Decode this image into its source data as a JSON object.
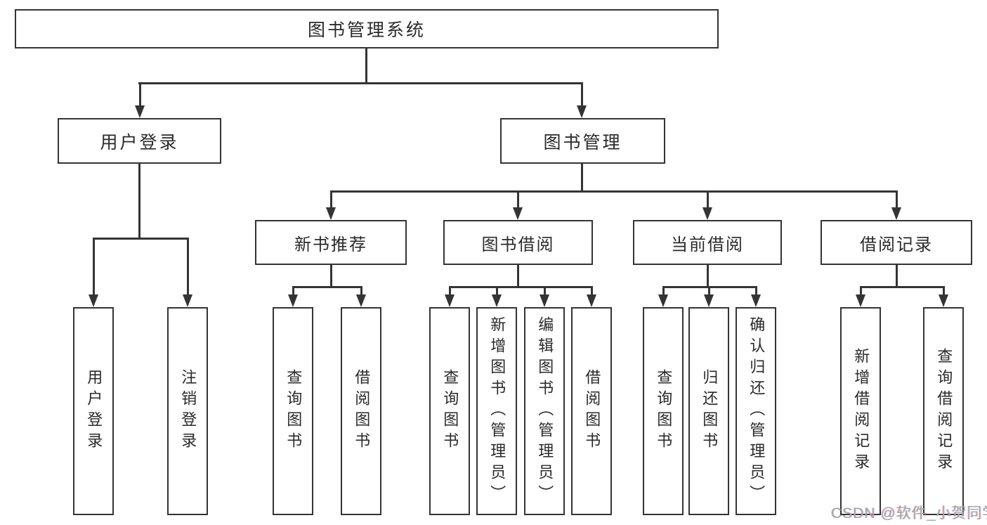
{
  "diagram": {
    "type": "hierarchy",
    "colors": {
      "line": "#343434",
      "border": "#343434",
      "text": "#2a2a2a",
      "background": "#ffffff",
      "watermark": "#a6a6a6"
    },
    "nodes": {
      "root": {
        "label": "图书管理系统"
      },
      "level2": [
        {
          "label": "用户登录"
        },
        {
          "label": "图书管理"
        }
      ],
      "level3": [
        {
          "label": "新书推荐",
          "parent": "图书管理"
        },
        {
          "label": "图书借阅",
          "parent": "图书管理"
        },
        {
          "label": "当前借阅",
          "parent": "图书管理"
        },
        {
          "label": "借阅记录",
          "parent": "图书管理"
        }
      ],
      "leaves": [
        {
          "label": "用户登录",
          "parent": "用户登录"
        },
        {
          "label": "注销登录",
          "parent": "用户登录"
        },
        {
          "label": "查询图书",
          "parent": "新书推荐"
        },
        {
          "label": "借阅图书",
          "parent": "新书推荐"
        },
        {
          "label": "查询图书",
          "parent": "图书借阅"
        },
        {
          "label": "新增图书（管理员）",
          "parent": "图书借阅"
        },
        {
          "label": "编辑图书（管理员）",
          "parent": "图书借阅"
        },
        {
          "label": "借阅图书",
          "parent": "图书借阅"
        },
        {
          "label": "查询图书",
          "parent": "当前借阅"
        },
        {
          "label": "归还图书",
          "parent": "当前借阅"
        },
        {
          "label": "确认归还（管理员）",
          "parent": "当前借阅"
        },
        {
          "label": "新增借阅记录",
          "parent": "借阅记录"
        },
        {
          "label": "查询借阅记录",
          "parent": "借阅记录"
        }
      ]
    },
    "watermark": {
      "text": "CSDN @软件_小贺同学"
    }
  }
}
